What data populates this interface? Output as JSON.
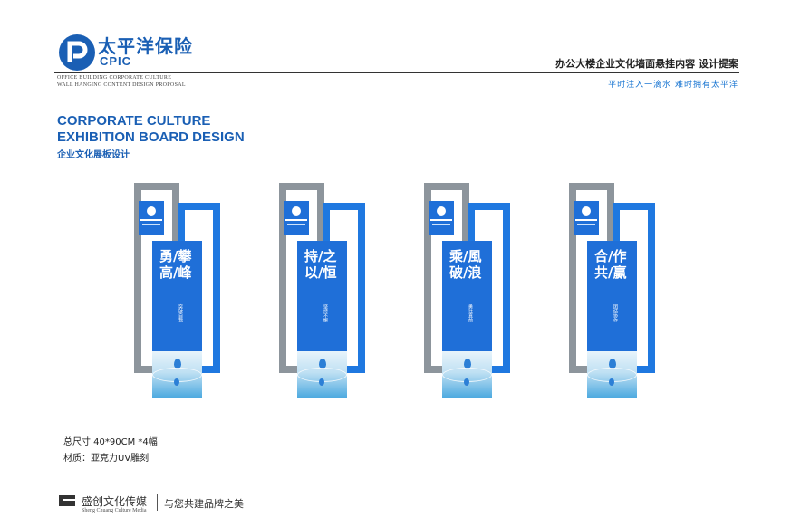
{
  "header": {
    "brand_cn": "太平洋保险",
    "brand_en": "CPIC",
    "left_line1": "OFFICE BUILDING CORPORATE CULTURE",
    "left_line2": "WALL HANGING CONTENT DESIGN PROPOSAL",
    "right_title": "办公大楼企业文化墙面悬挂内容 设计提案",
    "slogan": "平时注入一滴水 难时拥有太平洋"
  },
  "title": {
    "en_line1": "CORPORATE CULTURE",
    "en_line2": "EXHIBITION BOARD DESIGN",
    "cn": "企业文化展板设计"
  },
  "boards": [
    {
      "line1": "勇/攀",
      "line2": "高/峰",
      "sub": "突破自我"
    },
    {
      "line1": "持/之",
      "line2": "以/恒",
      "sub": "坚持不懈"
    },
    {
      "line1": "乘/風",
      "line2": "破/浪",
      "sub": "勇往直前"
    },
    {
      "line1": "合/作",
      "line2": "共/赢",
      "sub": "团结协作"
    }
  ],
  "specs": {
    "size": "总尺寸   40*90CM *4幅",
    "material": "材质：亚克力UV雕刻"
  },
  "footer": {
    "company_cn": "盛创文化传媒",
    "company_en": "Sheng Chuang Culture Media",
    "tagline": "与您共建品牌之美"
  },
  "colors": {
    "brand_blue": "#1a5fb4",
    "panel_blue": "#1f6fd8",
    "frame_gray": "#8d959c"
  }
}
